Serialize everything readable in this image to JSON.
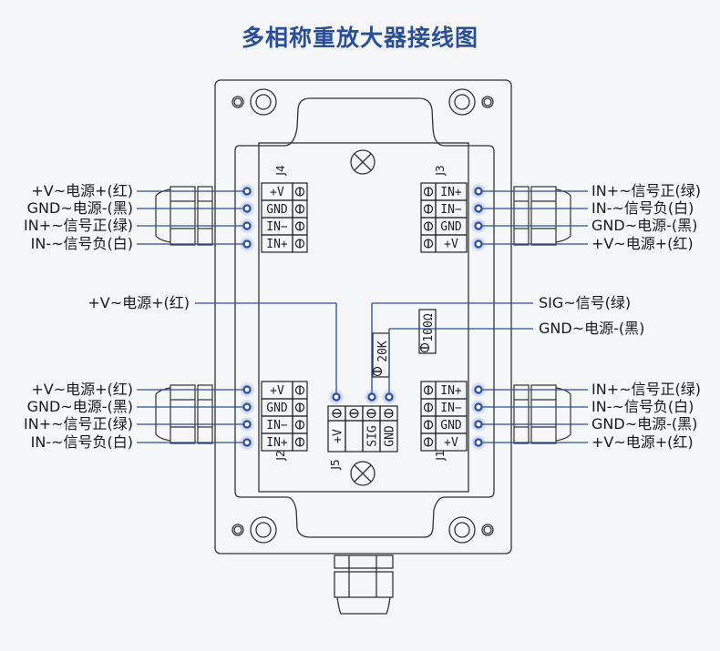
{
  "title": "多相称重放大器接线图",
  "colors": {
    "title": "#2a4f99",
    "wire": "#2a4f99",
    "outline": "#333333",
    "background": "#f4f6f8"
  },
  "connectors": {
    "J4": {
      "name": "J4",
      "pins": [
        "+V",
        "GND",
        "IN−",
        "IN+"
      ]
    },
    "J3": {
      "name": "J3",
      "pins": [
        "IN+",
        "IN−",
        "GND",
        "+V"
      ]
    },
    "J2": {
      "name": "J2",
      "pins": [
        "+V",
        "GND",
        "IN−",
        "IN+"
      ]
    },
    "J1": {
      "name": "J1",
      "pins": [
        "IN+",
        "IN−",
        "GND",
        "+V"
      ]
    },
    "J5": {
      "name": "J5",
      "pins": [
        "+V",
        "",
        "SIG",
        "GND"
      ]
    }
  },
  "components": {
    "resistor_20k": "20K",
    "resistor_100": "100Ω"
  },
  "labels": {
    "left_top": [
      "+V~电源+(红)",
      "GND~电源-(黑)",
      "IN+~信号正(绿)",
      "IN-~信号负(白)"
    ],
    "left_bottom": [
      "+V~电源+(红)",
      "GND~电源-(黑)",
      "IN+~信号正(绿)",
      "IN-~信号负(白)"
    ],
    "right_top": [
      "IN+~信号正(绿)",
      "IN-~信号负(白)",
      "GND~电源-(黑)",
      "+V~电源+(红)"
    ],
    "right_bottom": [
      "IN+~信号正(绿)",
      "IN-~信号负(白)",
      "GND~电源-(黑)",
      "+V~电源+(红)"
    ],
    "output_vplus": "+V~电源+(红)",
    "output_sig": "SIG~信号(绿)",
    "output_gnd": "GND~电源-(黑)"
  }
}
